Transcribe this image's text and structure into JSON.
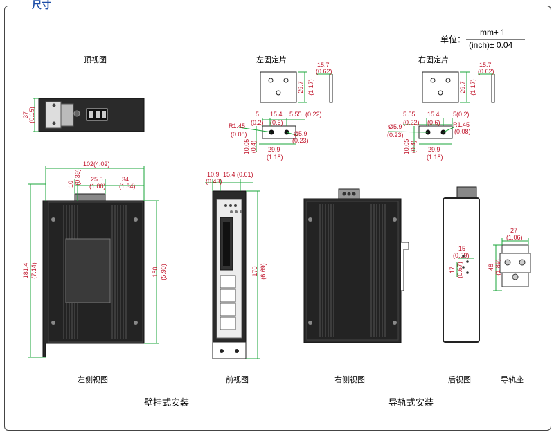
{
  "section_title": "尺寸",
  "unit": {
    "label": "单位：",
    "mm": "mm± 1",
    "inch": "(inch)± 0.04"
  },
  "views": {
    "top": "顶视图",
    "left_bracket": "左固定片",
    "right_bracket": "右固定片",
    "left_side": "左侧视图",
    "front": "前视图",
    "right_side": "右侧视图",
    "rear": "后视图",
    "rail_base": "导轨座"
  },
  "install": {
    "wall": "壁挂式安装",
    "rail": "导轨式安装"
  },
  "dims": {
    "top_h": "37",
    "top_h_in": "(0.15)",
    "lb_w": "15.7",
    "lb_w_in": "(0.62)",
    "lb_h": "29.7",
    "lb_h_in": "(1.17)",
    "lb_a": "5",
    "lb_a_in": "(0.2)",
    "lb_b": "15.4",
    "lb_b_in": "(0.6)",
    "lb_c": "5.55",
    "lb_c_in": "(0.22)",
    "lb_r": "R1.45",
    "lb_r_in": "(0.08)",
    "lb_d": "Ø5.9",
    "lb_d_in": "(0.23)",
    "lb_e": "10.05",
    "lb_e_in": "(0.4)",
    "lb_f": "29.9",
    "lb_f_in": "(1.18)",
    "rb_w": "15.7",
    "rb_w_in": "(0.62)",
    "rb_h": "29.7",
    "rb_h_in": "(1.17)",
    "rb_c": "5.55",
    "rb_c_in": "(0.22)",
    "rb_b": "15.4",
    "rb_b_in": "(0.6)",
    "rb_a": "5(0.2)",
    "rb_r": "R1.45",
    "rb_r_in": "(0.08)",
    "rb_d": "Ø5.9",
    "rb_d_in": "(0.23)",
    "rb_e": "10.05",
    "rb_e_in": "(0.4)",
    "rb_f": "29.9",
    "rb_f_in": "(1.18)",
    "ls_w": "102(4.02)",
    "ls_a": "10",
    "ls_a_in": "(0.39)",
    "ls_b": "25.5",
    "ls_b_in": "(1.00)",
    "ls_c": "34",
    "ls_c_in": "(1.34)",
    "ls_h": "181.4",
    "ls_h_in": "(7.14)",
    "ls_h2": "150",
    "ls_h2_in": "(5.90)",
    "fv_a": "10.9",
    "fv_a_in": "(0.43)",
    "fv_b": "15.4",
    "fv_b_in": "(0.61)",
    "fv_h": "170",
    "fv_h_in": "(6.69)",
    "rv_a": "15",
    "rv_a_in": "(0.59)",
    "rv_b": "17",
    "rv_b_in": "(0.67)",
    "rail_w": "27",
    "rail_w_in": "(1.06)",
    "rail_h": "48",
    "rail_h_in": "(1.89)"
  }
}
